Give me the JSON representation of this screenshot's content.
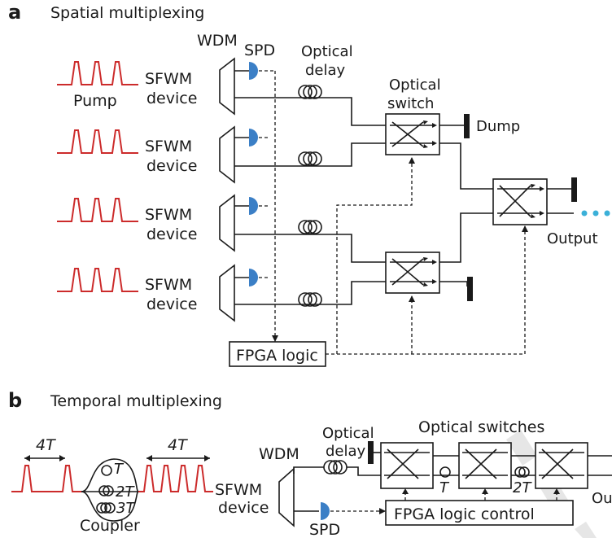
{
  "panel_a": {
    "letter": "a",
    "title": "Spatial multiplexing",
    "wdm": "WDM",
    "spd": "SPD",
    "optical_delay": [
      "Optical",
      "delay"
    ],
    "optical_switch": [
      "Optical",
      "switch"
    ],
    "pump": "Pump",
    "device_lines": [
      "SFWM",
      "device"
    ],
    "dump": "Dump",
    "output": "Output",
    "fpga": "FPGA logic"
  },
  "panel_b": {
    "letter": "b",
    "title": "Temporal multiplexing",
    "period_left": "4T",
    "period_right": "4T",
    "delays": [
      "T",
      "2T",
      "3T"
    ],
    "coupler": "Coupler",
    "wdm": "WDM",
    "optical_delay": [
      "Optical",
      "delay"
    ],
    "optical_switches": "Optical switches",
    "device_lines": [
      "SFWM",
      "device"
    ],
    "spd": "SPD",
    "fpga": "FPGA logic control",
    "loop_t": "T",
    "loop_2t": "2T",
    "output_partial": "Out"
  },
  "colors": {
    "pulse": "#cc2b2b",
    "detector": "#3b7fc6",
    "output_dots": "#3bb0d8",
    "watermark": "#e6e6e6"
  }
}
